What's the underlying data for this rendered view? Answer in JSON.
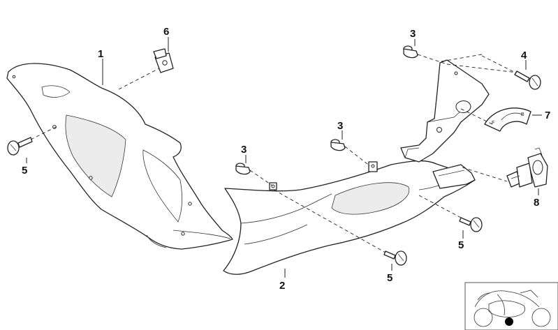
{
  "callouts": {
    "part1": "1",
    "part2": "2",
    "part3_a": "3",
    "part3_b": "3",
    "part3_c": "3",
    "part4": "4",
    "part5_a": "5",
    "part5_b": "5",
    "part5_c": "5",
    "part6": "6",
    "part7": "7",
    "part8": "8"
  },
  "badge_labels": {
    "f": "F",
    "b": "B"
  },
  "colors": {
    "line": "#222222",
    "fill": "#ffffff",
    "shade": "#ececec",
    "thumb_border": "#555555"
  }
}
